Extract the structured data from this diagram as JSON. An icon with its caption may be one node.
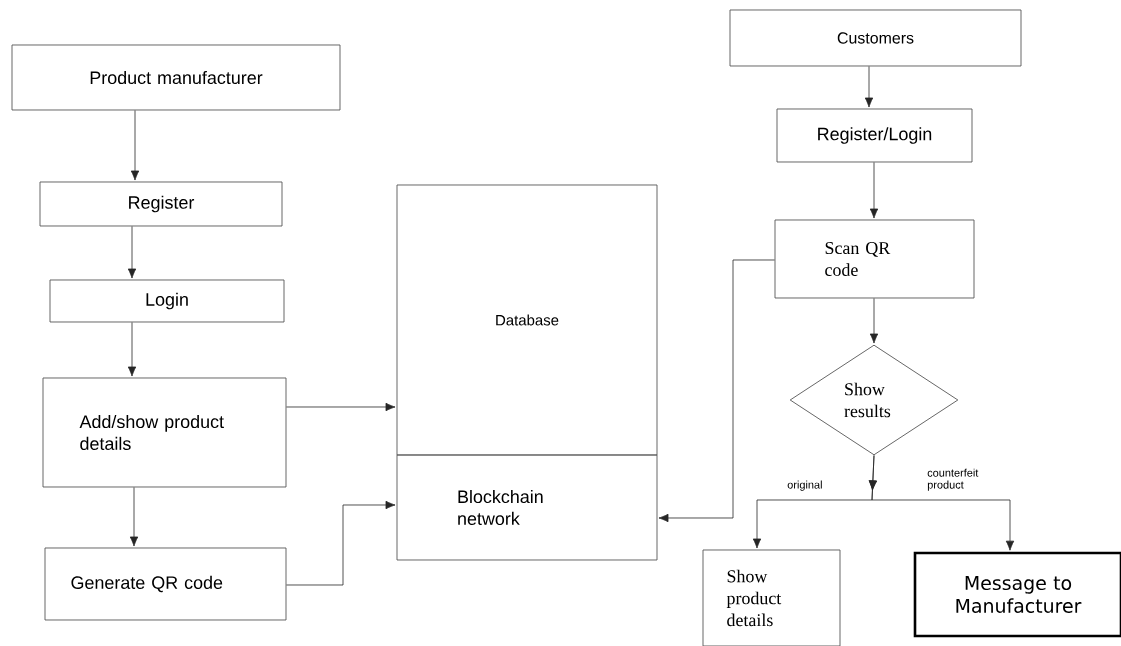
{
  "diagram": {
    "nodes": [
      {
        "text": [
          "Product manufacturer"
        ]
      },
      {
        "text": [
          "Register"
        ]
      },
      {
        "text": [
          "Login"
        ]
      },
      {
        "text": [
          "Add/show product details"
        ]
      },
      {
        "text": [
          "Generate QR code"
        ]
      },
      {
        "text": [
          "Database"
        ]
      },
      {
        "text": [
          "Blockchain network"
        ]
      },
      {
        "text": [
          "Customers"
        ]
      },
      {
        "text": [
          "Register/Login"
        ]
      },
      {
        "text": [
          "Scan QR code"
        ]
      },
      {
        "text": [
          "Show results"
        ]
      },
      {
        "text": [
          "Show product details"
        ]
      },
      {
        "text": [
          "Message to Manufacturer"
        ]
      }
    ],
    "edges": [
      {
        "from": 0,
        "to": 1,
        "arrow": "to"
      },
      {
        "from": 1,
        "to": 2,
        "arrow": "to"
      },
      {
        "from": 2,
        "to": 3,
        "arrow": "to"
      },
      {
        "from": 3,
        "to": 4,
        "arrow": "to"
      },
      {
        "from": 3,
        "to": 5,
        "arrow": "to"
      },
      {
        "from": 4,
        "to": 6,
        "arrow": "to"
      },
      {
        "from": 7,
        "to": 8,
        "arrow": "to"
      },
      {
        "from": 8,
        "to": 9,
        "arrow": "to"
      },
      {
        "from": 9,
        "to": 6,
        "arrow": "to"
      },
      {
        "from": 9,
        "to": 10,
        "arrow": "to"
      },
      {
        "from": 10,
        "to": 11,
        "arrow": "to",
        "label": "original"
      },
      {
        "from": 10,
        "to": 12,
        "arrow": "to",
        "label": "counterfeit product"
      }
    ]
  }
}
